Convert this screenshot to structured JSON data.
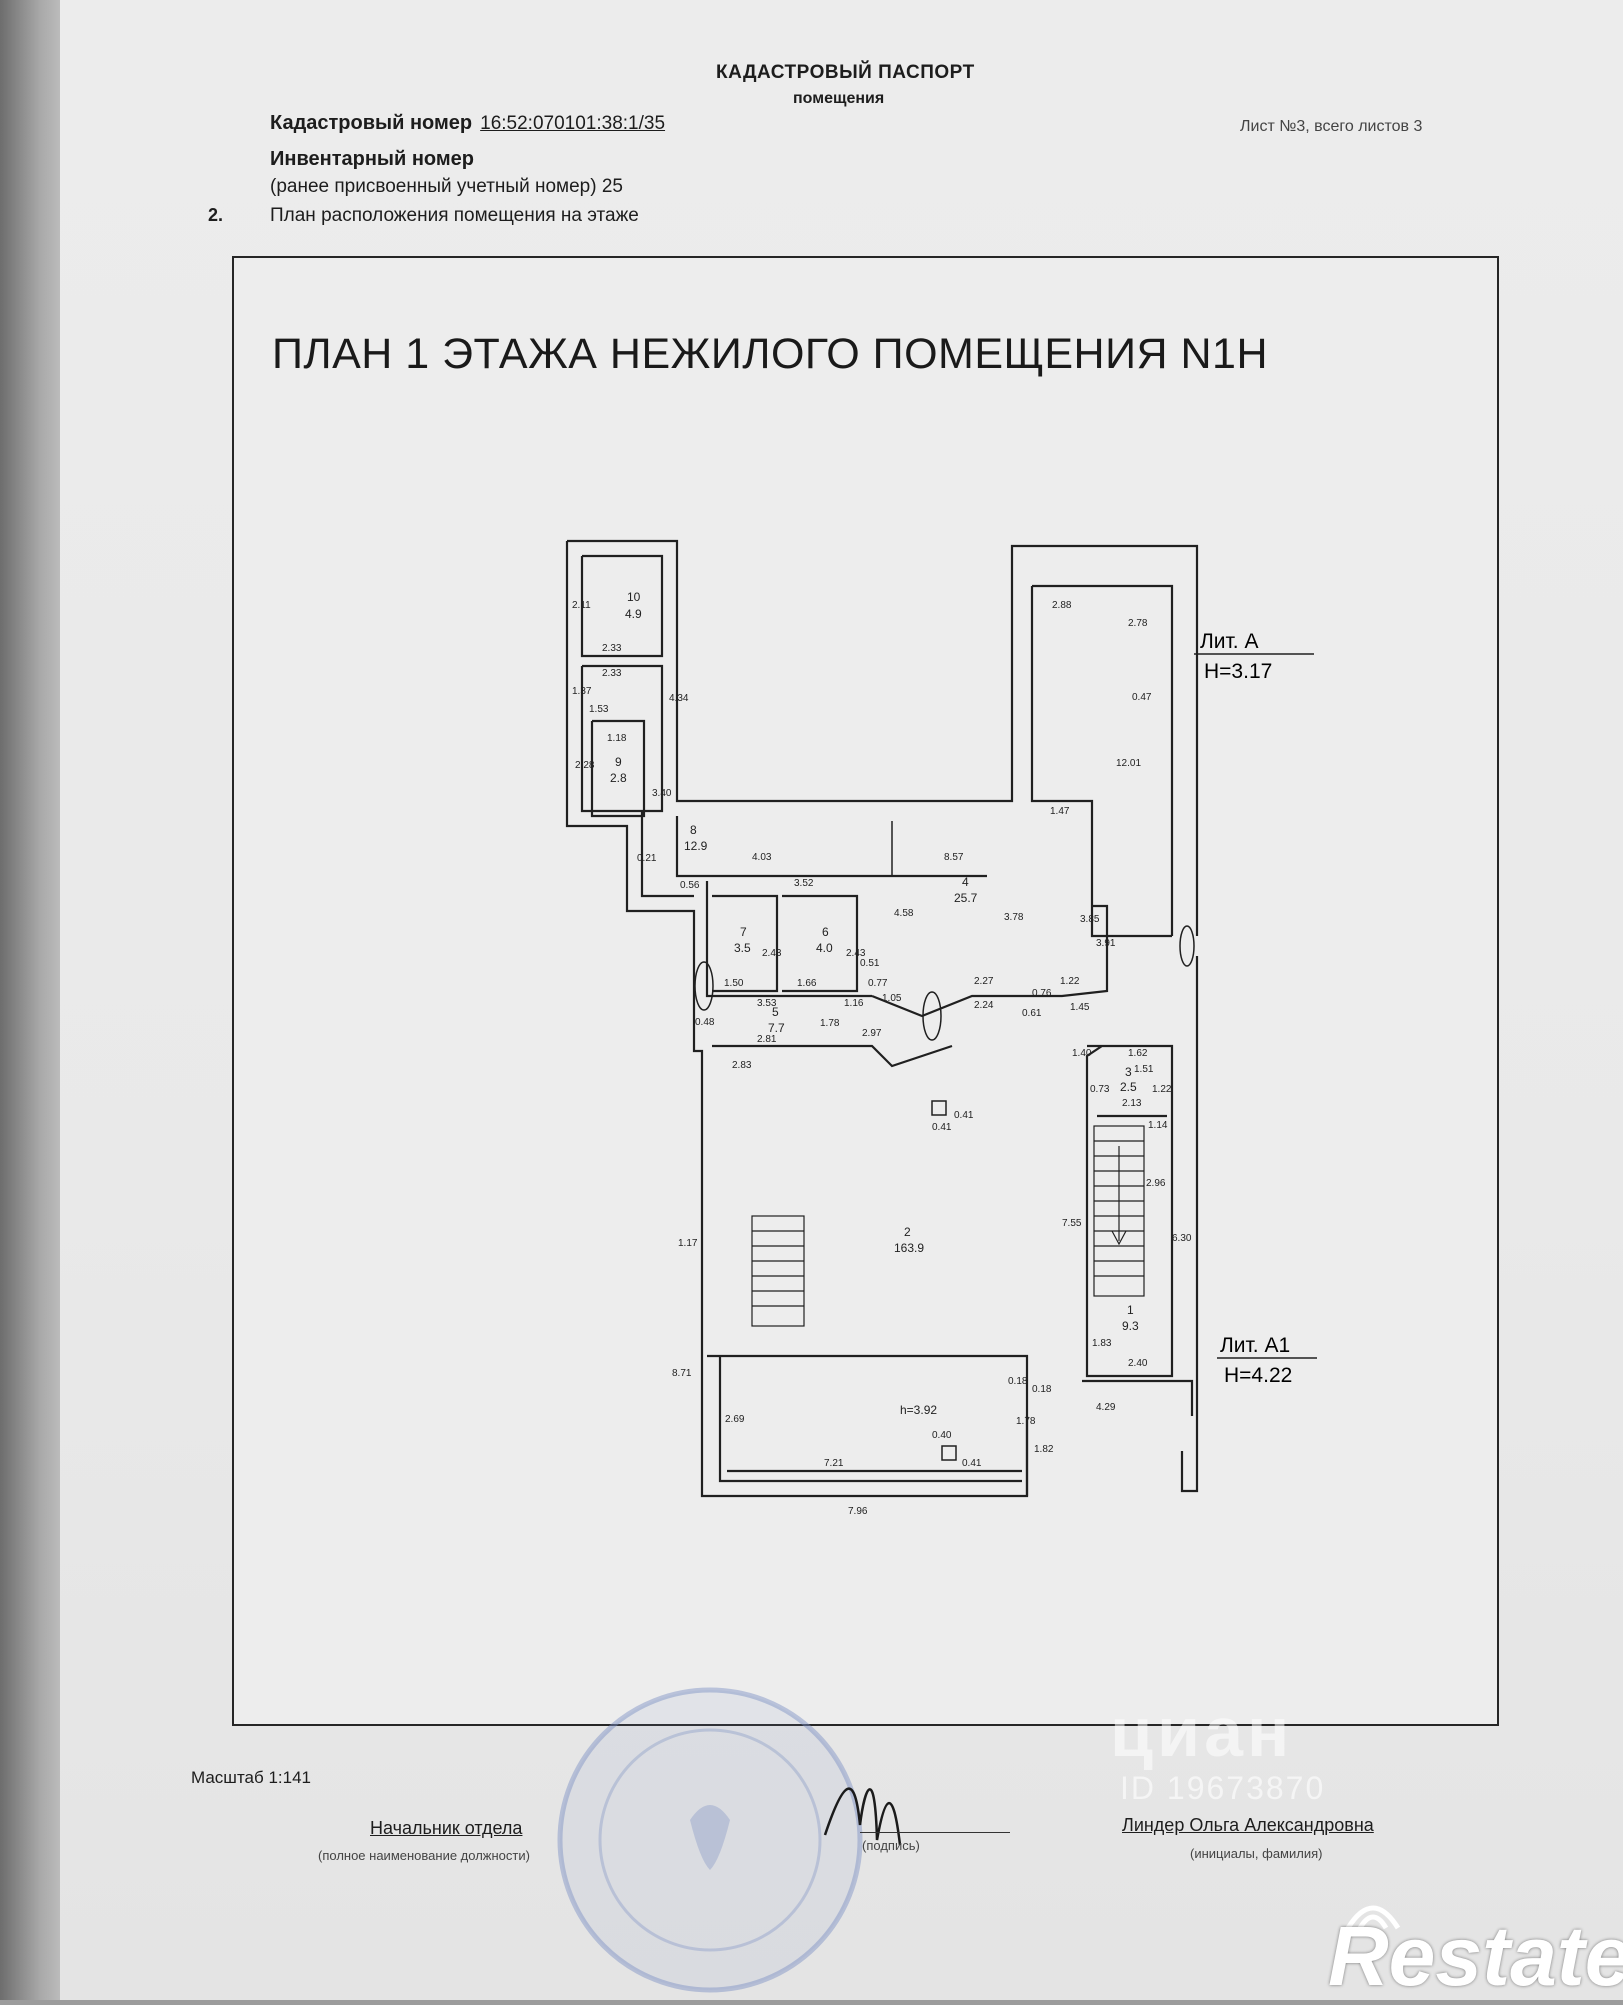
{
  "header": {
    "title": "КАДАСТРОВЫЙ ПАСПОРТ",
    "subtitle": "помещения",
    "cadastral_label": "Кадастровый номер",
    "cadastral_value": "16:52:070101:38:1/35",
    "inventory_label": "Инвентарный номер",
    "previous_number_line": "(ранее присвоенный учетный номер) 25",
    "sheet_info": "Лист №3, всего листов 3",
    "section_number": "2.",
    "section_title": "План расположения помещения на этаже"
  },
  "plan": {
    "title": "ПЛАН 1 ЭТАЖА  НЕЖИЛОГО ПОМЕЩЕНИЯ N1Н",
    "lit_a": "Лит. А",
    "lit_a_height": "H=3.17",
    "lit_a1": "Лит. А1",
    "lit_a1_height": "H=4.22",
    "room_labels": [
      "10",
      "4.9",
      "9",
      "2.8",
      "8",
      "12.9",
      "7",
      "3.5",
      "6",
      "4.0",
      "4",
      "25.7",
      "5",
      "7.7",
      "3",
      "2.5",
      "2",
      "163.9",
      "1",
      "9.3",
      "h=3.92"
    ],
    "dimensions": [
      "2.11",
      "2.33",
      "2.33",
      "1.37",
      "1.53",
      "1.18",
      "2.28",
      "3.40",
      "4.34",
      "0.21",
      "0.56",
      "4.03",
      "3.52",
      "2.43",
      "2.43",
      "0.51",
      "1.50",
      "1.66",
      "3.53",
      "0.48",
      "2.81",
      "2.83",
      "1.16",
      "1.05",
      "1.78",
      "2.97",
      "0.77",
      "4.58",
      "8.57",
      "3.78",
      "3.85",
      "3.91",
      "2.27",
      "2.24",
      "0.61",
      "0.76",
      "1.22",
      "1.45",
      "1.47",
      "12.01",
      "0.47",
      "2.78",
      "2.88",
      "1.62",
      "1.51",
      "1.40",
      "0.73",
      "2.13",
      "1.22",
      "1.14",
      "0.41",
      "0.41",
      "7.55",
      "2.96",
      "6.30",
      "1.83",
      "2.40",
      "0.18",
      "0.18",
      "4.29",
      "1.78",
      "1.82",
      "0.40",
      "0.41",
      "8.71",
      "2.69",
      "7.21",
      "7.96",
      "1.17"
    ]
  },
  "footer": {
    "scale": "Масштаб 1:141",
    "position": "Начальник отдела",
    "position_caption": "(полное наименование должности)",
    "signature_caption": "(подпись)",
    "name": "Линдер Ольга Александровна",
    "name_caption": "(инициалы, фамилия)"
  },
  "watermark": {
    "text": "циан",
    "id": "ID 19673870"
  },
  "brand": {
    "logo_text": "Restate"
  },
  "colors": {
    "paper": "#ececec",
    "ink": "#1d1d1d",
    "stamp": "#7b8fc4"
  }
}
